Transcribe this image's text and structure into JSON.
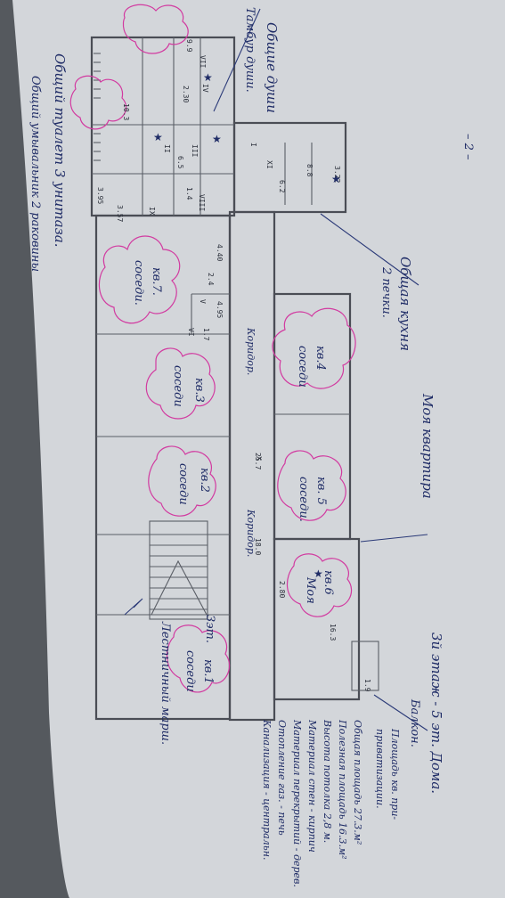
{
  "page_number": "– 2 –",
  "floor_header": "3й этаж - 5 эт. Дома.",
  "balcony": "Балкон.",
  "shared_kitchen": [
    "Общая кухня",
    "2 печки."
  ],
  "my_apartment": "Моя квартира",
  "shared_showers": [
    "Общие души",
    "Тамбур души."
  ],
  "shared_toilets": [
    "Общий туалет 3 унитаза.",
    "Общий умывальник 2 раковины"
  ],
  "stair_label": "Лестничный марш.",
  "corridor_labels": [
    "Коридор.",
    "Коридор."
  ],
  "apartments": [
    {
      "label": "кв.7.",
      "sub": "соседи."
    },
    {
      "label": "кв.4",
      "sub": "соседи"
    },
    {
      "label": "кв.3",
      "sub": "соседи"
    },
    {
      "label": "кв. 5",
      "sub": "соседи."
    },
    {
      "label": "кв.2",
      "sub": "соседи"
    },
    {
      "label": "кв.6",
      "sub": "Моя"
    },
    {
      "label": "кв.1",
      "sub": "соседи"
    }
  ],
  "first_floor_note": "3эт.",
  "notes": [
    "Площадь кв. при-",
    "приватизации.",
    "Общая площадь 27.3.м²",
    "Полезная площадь 16.3.м²",
    "Высота потолка 2,8 м.",
    "Материал стен - кирпич",
    "Материал перекрытий - дерев.",
    "Отопление газ. - печь",
    "Канализация - центральн."
  ],
  "plan_numbers": [
    "3.22",
    "8.8",
    "6.2",
    "4.40",
    "2.4",
    "4.95",
    "10.3",
    "25.7",
    "18.0",
    "16.3",
    "2.80",
    "1.9",
    "2.30",
    "9.9",
    "3.57",
    "3.95",
    "1.7",
    "1.4",
    "6.5"
  ],
  "roman_numerals": [
    "I",
    "II",
    "III",
    "IV",
    "V",
    "VI",
    "VII",
    "VIII",
    "IX",
    "X",
    "XI"
  ]
}
